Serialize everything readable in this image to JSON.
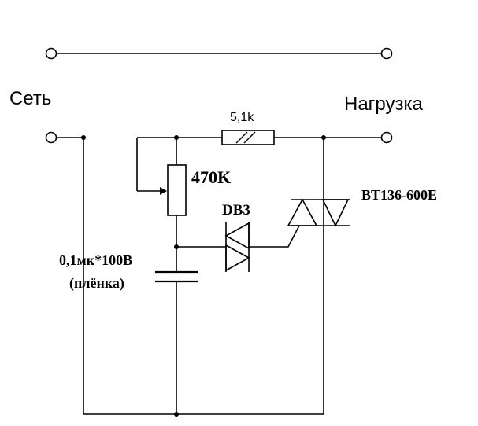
{
  "labels": {
    "mains": "Сеть",
    "load": "Нагрузка",
    "resistor": "5,1k",
    "potentiometer": "470K",
    "diac": "DB3",
    "triac": "BT136-600E",
    "capacitor_value": "0,1мк*100В",
    "capacitor_type": "(плёнка)"
  },
  "icons": {
    "terminal": "open-circle-terminal",
    "junction": "filled-dot-junction",
    "resistor": "resistor-icon",
    "potentiometer": "potentiometer-icon",
    "diac": "diac-icon",
    "triac": "triac-icon",
    "capacitor": "capacitor-icon"
  },
  "colors": {
    "ink": "#000000",
    "background": "#ffffff"
  }
}
